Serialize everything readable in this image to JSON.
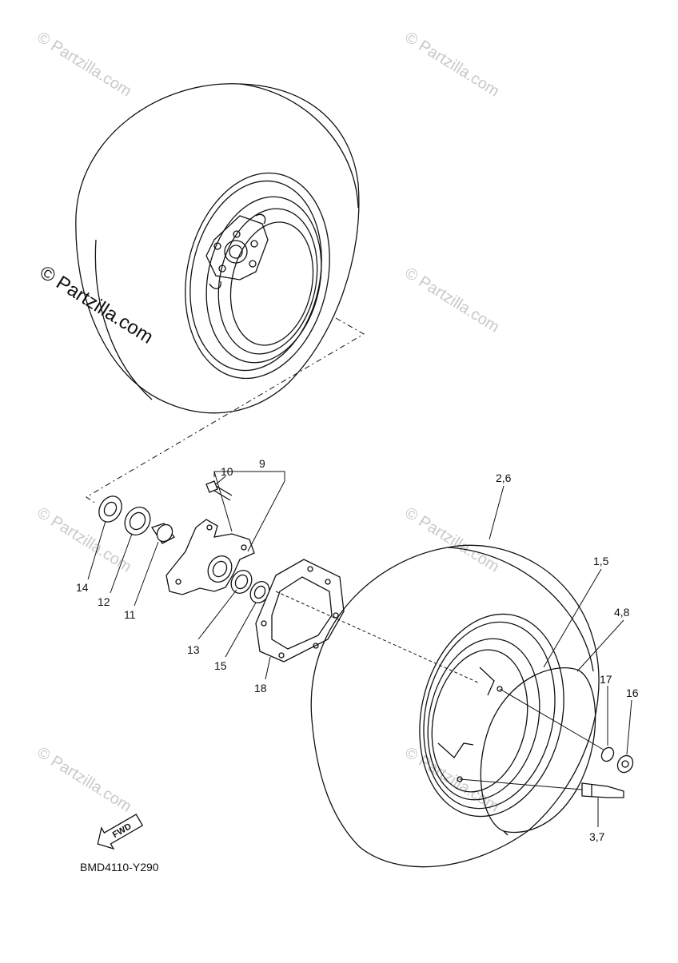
{
  "diagram": {
    "code": "BMD4110-Y290",
    "fwd_label": "FWD",
    "callouts": [
      {
        "id": "c-9",
        "text": "9"
      },
      {
        "id": "c-10",
        "text": "10"
      },
      {
        "id": "c-2-6",
        "text": "2,6"
      },
      {
        "id": "c-1-5",
        "text": "1,5"
      },
      {
        "id": "c-4-8",
        "text": "4,8"
      },
      {
        "id": "c-17",
        "text": "17"
      },
      {
        "id": "c-16",
        "text": "16"
      },
      {
        "id": "c-3-7",
        "text": "3,7"
      },
      {
        "id": "c-14",
        "text": "14"
      },
      {
        "id": "c-12",
        "text": "12"
      },
      {
        "id": "c-11",
        "text": "11"
      },
      {
        "id": "c-13",
        "text": "13"
      },
      {
        "id": "c-15",
        "text": "15"
      },
      {
        "id": "c-18",
        "text": "18"
      }
    ]
  },
  "watermark": {
    "text": "© Partzilla.com",
    "text_prominent": "© Partzilla.com"
  }
}
